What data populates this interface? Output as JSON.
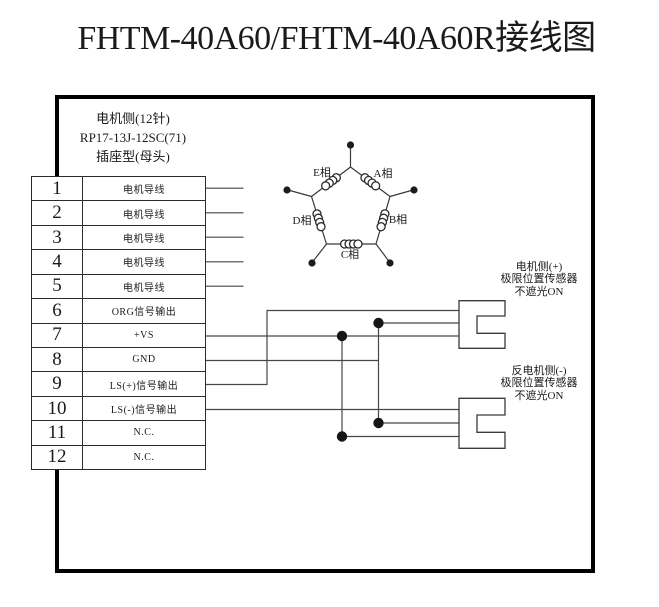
{
  "title": "FHTM-40A60/FHTM-40A60R接线图",
  "connector": {
    "header": {
      "line1": "电机侧(12针)",
      "line2": "RP17-13J-12SC(71)",
      "line3": "插座型(母头)"
    },
    "pins": [
      {
        "no": "1",
        "label": "电机导线"
      },
      {
        "no": "2",
        "label": "电机导线"
      },
      {
        "no": "3",
        "label": "电机导线"
      },
      {
        "no": "4",
        "label": "电机导线"
      },
      {
        "no": "5",
        "label": "电机导线"
      },
      {
        "no": "6",
        "label": "ORG信号输出"
      },
      {
        "no": "7",
        "label": "+VS"
      },
      {
        "no": "8",
        "label": "GND"
      },
      {
        "no": "9",
        "label": "LS(+)信号输出"
      },
      {
        "no": "10",
        "label": "LS(-)信号输出"
      },
      {
        "no": "11",
        "label": "N.C."
      },
      {
        "no": "12",
        "label": "N.C."
      }
    ]
  },
  "pentagon": {
    "phases": [
      "E相",
      "A相",
      "D相",
      "B相",
      "C相"
    ]
  },
  "sensors": [
    {
      "line1": "电机侧(+)",
      "line2": "极限位置传感器",
      "line3": "不遮光ON"
    },
    {
      "line1": "反电机侧(-)",
      "line2": "极限位置传感器",
      "line3": "不遮光ON"
    }
  ],
  "colors": {
    "background": "#ffffff",
    "outer_border": "#000000",
    "wire": "#474747",
    "text": "#1a1a1a"
  }
}
